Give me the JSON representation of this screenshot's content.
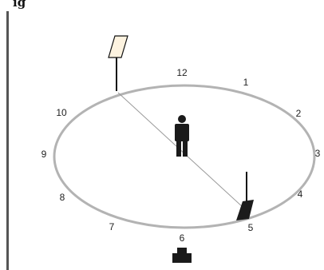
{
  "header": {
    "heading_fragment": "ig"
  },
  "clock_positions": [
    "12",
    "1",
    "2",
    "3",
    "4",
    "5",
    "6",
    "7",
    "8",
    "9",
    "10"
  ],
  "colors": {
    "ellipse_stroke": "#b3b3b3",
    "sightline": "#9a9a9a",
    "left_bar": "#555555",
    "light_panel_fill": "#fdf3e0",
    "dark_panel_fill": "#1c1c1c",
    "figure_fill": "#1a1a1a"
  },
  "icons": {
    "subject": "standing-person-icon",
    "camera": "camera-icon",
    "light_panel": "reflector-panel-icon",
    "dark_panel": "flag-panel-icon"
  }
}
